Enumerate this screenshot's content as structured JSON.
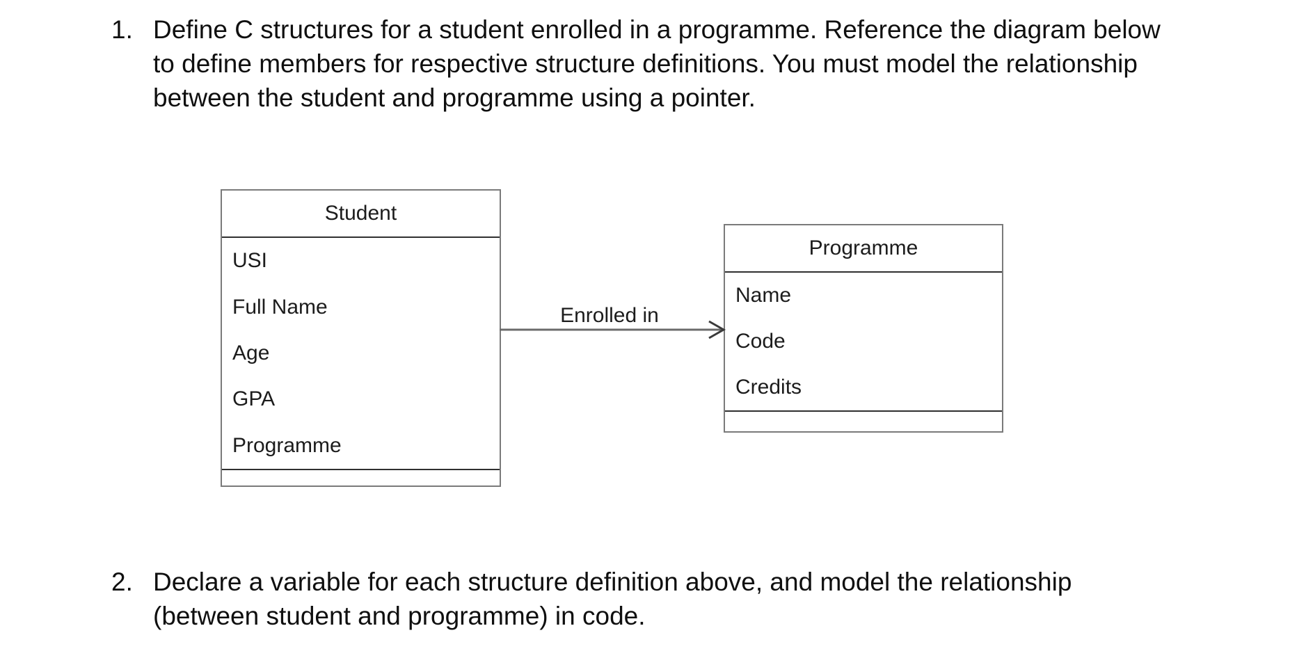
{
  "page": {
    "background": "#ffffff"
  },
  "questions": [
    {
      "number": "1.",
      "lines": [
        "Define C structures for a student enrolled in a programme. Reference the diagram below",
        "to define members for respective structure definitions. You must model the relationship",
        "between the student and programme using a pointer."
      ]
    },
    {
      "number": "2.",
      "lines": [
        "Declare a variable for each structure definition above, and model the relationship",
        "(between student and programme) in code."
      ]
    }
  ],
  "diagram": {
    "entities": [
      {
        "name": "Student",
        "attributes": [
          "USI",
          "Full Name",
          "Age",
          "GPA",
          "Programme"
        ]
      },
      {
        "name": "Programme",
        "attributes": [
          "Name",
          "Code",
          "Credits"
        ]
      }
    ],
    "relationship": {
      "label": "Enrolled in",
      "from": "Student",
      "to": "Programme"
    },
    "colors": {
      "box_border": "#7a7a7a",
      "separator": "#2f2f2f",
      "arrow_line": "#6b6b6b",
      "arrow_head": "#3a3a3a",
      "text": "#1c1c1c"
    }
  }
}
